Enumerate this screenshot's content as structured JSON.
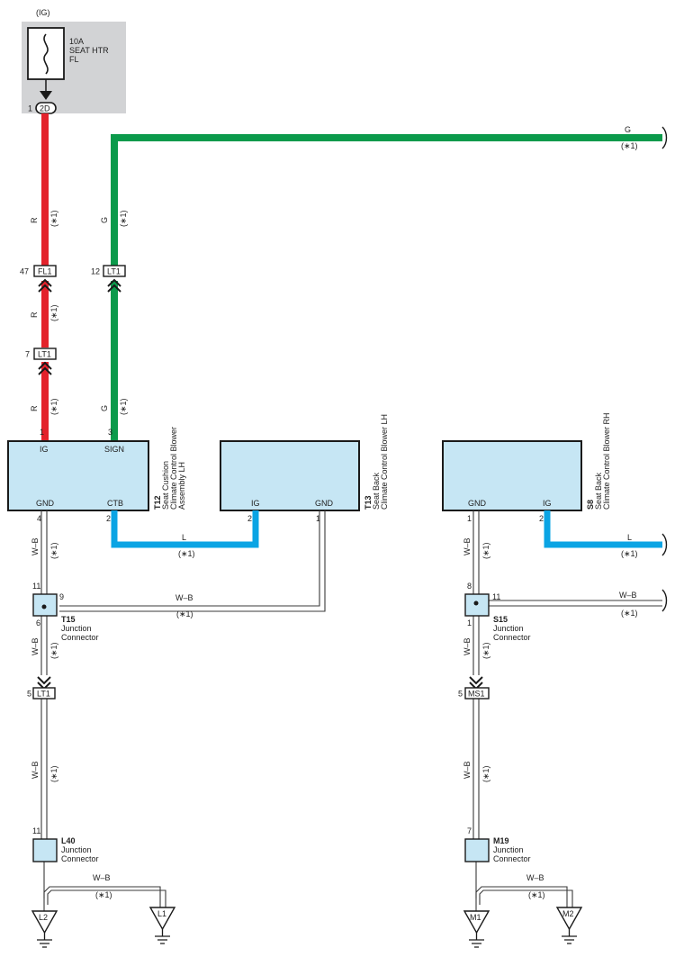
{
  "fuse": {
    "supply": "(IG)",
    "rating": "10A",
    "name_line1": "SEAT HTR",
    "name_line2": "FL",
    "pin": "1",
    "terminal": "2D"
  },
  "colors": {
    "red_wire": "#e3222b",
    "green_wire": "#0b9a4b",
    "blue_wire": "#0aa4e4",
    "device_fill": "#c6e6f4",
    "fuse_panel": "#d2d3d5"
  },
  "wire_codes": {
    "R": "R",
    "G": "G",
    "L": "L",
    "WB": "W–B",
    "note": "(∗1)"
  },
  "connectors": {
    "fl1": {
      "name": "FL1",
      "pin": "47"
    },
    "lt1_red": {
      "name": "LT1",
      "pin": "7"
    },
    "lt1_green": {
      "name": "LT1",
      "pin": "12"
    },
    "lt1_left": {
      "name": "LT1",
      "pin": "5"
    },
    "ms1": {
      "name": "MS1",
      "pin": "5"
    }
  },
  "devices": {
    "t12": {
      "id": "T12",
      "desc_line1": "Seat Cushion",
      "desc_line2": "Climate Control Blower",
      "desc_line3": "Assembly LH",
      "pin_ig": "IG",
      "pin_sign": "SIGN",
      "pin_gnd": "GND",
      "pin_ctb": "CTB",
      "num_ig": "1",
      "num_sign": "3",
      "num_gnd": "4",
      "num_ctb": "2"
    },
    "t13": {
      "id": "T13",
      "desc_line1": "Seat Back",
      "desc_line2": "Climate Control Blower LH",
      "pin_ig": "IG",
      "pin_gnd": "GND",
      "num_ig": "2",
      "num_gnd": "1"
    },
    "s8": {
      "id": "S8",
      "desc_line1": "Seat Back",
      "desc_line2": "Climate Control Blower RH",
      "pin_gnd": "GND",
      "pin_ig": "IG",
      "num_gnd": "1",
      "num_ig": "2"
    }
  },
  "junctions": {
    "t15": {
      "id": "T15",
      "desc_line1": "Junction",
      "desc_line2": "Connector",
      "pin_top": "11",
      "pin_right": "9",
      "pin_bottom": "6"
    },
    "s15": {
      "id": "S15",
      "desc_line1": "Junction",
      "desc_line2": "Connector",
      "pin_top": "8",
      "pin_right": "11",
      "pin_bottom": "1"
    },
    "l40": {
      "id": "L40",
      "desc_line1": "Junction",
      "desc_line2": "Connector",
      "pin_top": "11"
    },
    "m19": {
      "id": "M19",
      "desc_line1": "Junction",
      "desc_line2": "Connector",
      "pin_top": "7"
    }
  },
  "grounds": {
    "l2": "L2",
    "l1": "L1",
    "m1": "M1",
    "m2": "M2"
  }
}
